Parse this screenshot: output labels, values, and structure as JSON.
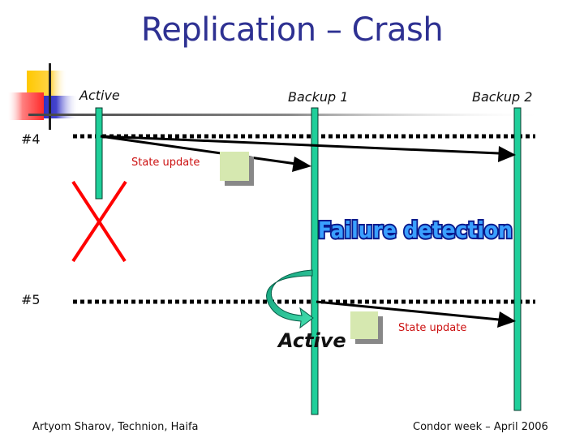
{
  "slide": {
    "title": "Replication – Crash",
    "processes": [
      {
        "id": "active",
        "label": "Active"
      },
      {
        "id": "backup1",
        "label": "Backup 1"
      },
      {
        "id": "backup2",
        "label": "Backup 2"
      }
    ],
    "steps": [
      {
        "label": "#4"
      },
      {
        "label": "#5"
      }
    ],
    "messages": [
      {
        "label": "State update",
        "step": "#4",
        "from": "Active",
        "to": [
          "Backup 1",
          "Backup 2"
        ]
      },
      {
        "label": "State update",
        "step": "#5",
        "from": "Backup 1",
        "to": [
          "Backup 2"
        ]
      }
    ],
    "failure_text": "Failure detection",
    "new_role_label": "Active",
    "footer_left": "Artyom Sharov, Technion, Haifa",
    "footer_right": "Condor week – April 2006"
  },
  "colors": {
    "title": "#2e3192",
    "lifeline": "#1fcf9a",
    "crash": "#ff0000",
    "state_update_text": "#cc1111",
    "failure_fill": "#3aa0ff",
    "failure_outline": "#0a1a8c",
    "message_box": "#d6e8b0"
  }
}
